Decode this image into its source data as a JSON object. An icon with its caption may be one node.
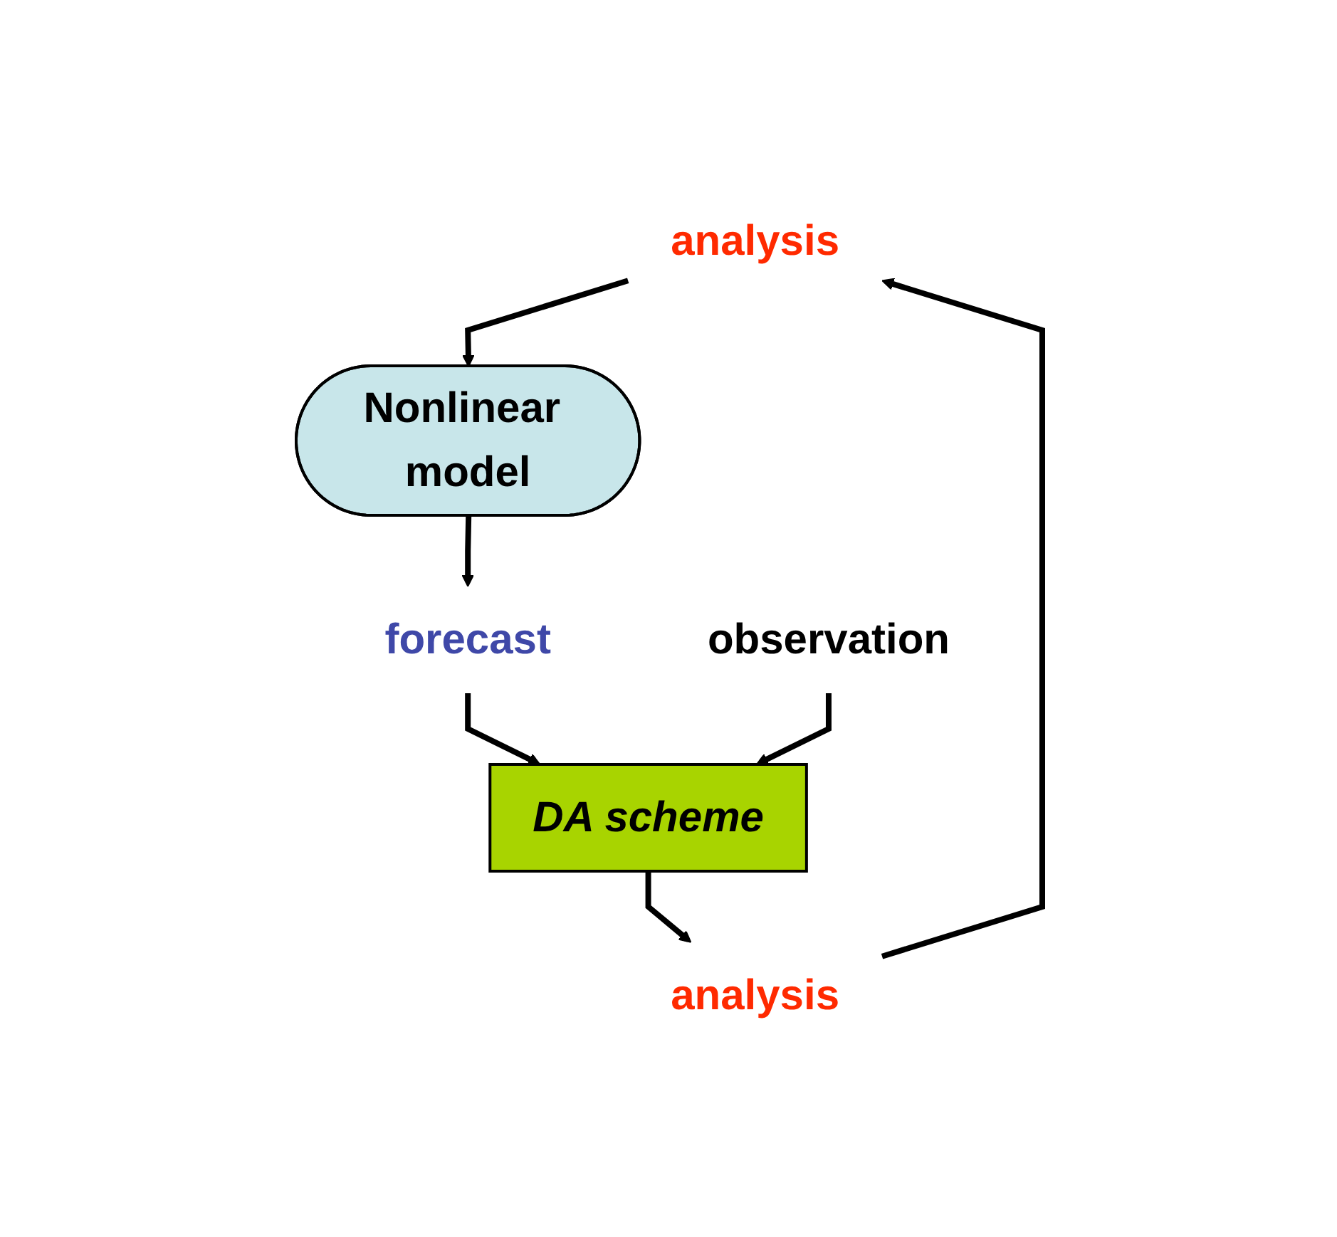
{
  "diagram": {
    "nodes": [
      {
        "text": [
          "analysis"
        ]
      },
      {
        "text": [
          "Nonlinear model"
        ]
      },
      {
        "text": [
          "forecast"
        ]
      },
      {
        "text": [
          "observation"
        ]
      },
      {
        "text": [
          "DA scheme"
        ]
      },
      {
        "text": [
          "analysis"
        ]
      }
    ],
    "edges": [
      {
        "from": 0,
        "to": 1,
        "arrow": "to"
      },
      {
        "from": 1,
        "to": 2,
        "arrow": "to"
      },
      {
        "from": 2,
        "to": 4,
        "arrow": "to"
      },
      {
        "from": 3,
        "to": 4,
        "arrow": "to"
      },
      {
        "from": 4,
        "to": 5,
        "arrow": "to"
      },
      {
        "from": 5,
        "to": 0,
        "arrow": "to"
      }
    ]
  }
}
